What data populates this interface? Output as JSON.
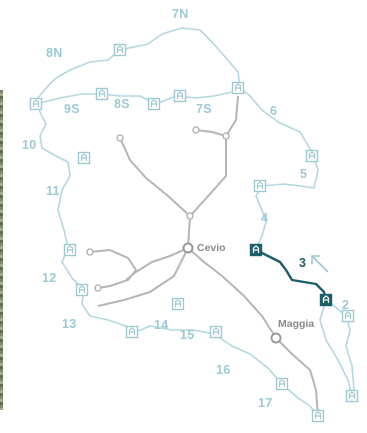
{
  "map": {
    "colors": {
      "route": "#b3d7e1",
      "active_route": "#1c5e6a",
      "road": "#b5b5b5",
      "hut": "#9ec8d4",
      "active_hut": "#1c5e6a"
    },
    "stages": [
      {
        "label": "7N"
      },
      {
        "label": "8N"
      },
      {
        "label": "9S"
      },
      {
        "label": "8S"
      },
      {
        "label": "7S"
      },
      {
        "label": "6"
      },
      {
        "label": "10"
      },
      {
        "label": "5"
      },
      {
        "label": "11"
      },
      {
        "label": "4"
      },
      {
        "label": "12"
      },
      {
        "label": "3"
      },
      {
        "label": "2"
      },
      {
        "label": "13"
      },
      {
        "label": "14"
      },
      {
        "label": "15"
      },
      {
        "label": "16"
      },
      {
        "label": "17"
      }
    ],
    "places": [
      {
        "label": "Cevio"
      },
      {
        "label": "Maggia"
      }
    ],
    "hut_icon": "hut-icon",
    "direction_icon": "north-arrow-icon"
  }
}
